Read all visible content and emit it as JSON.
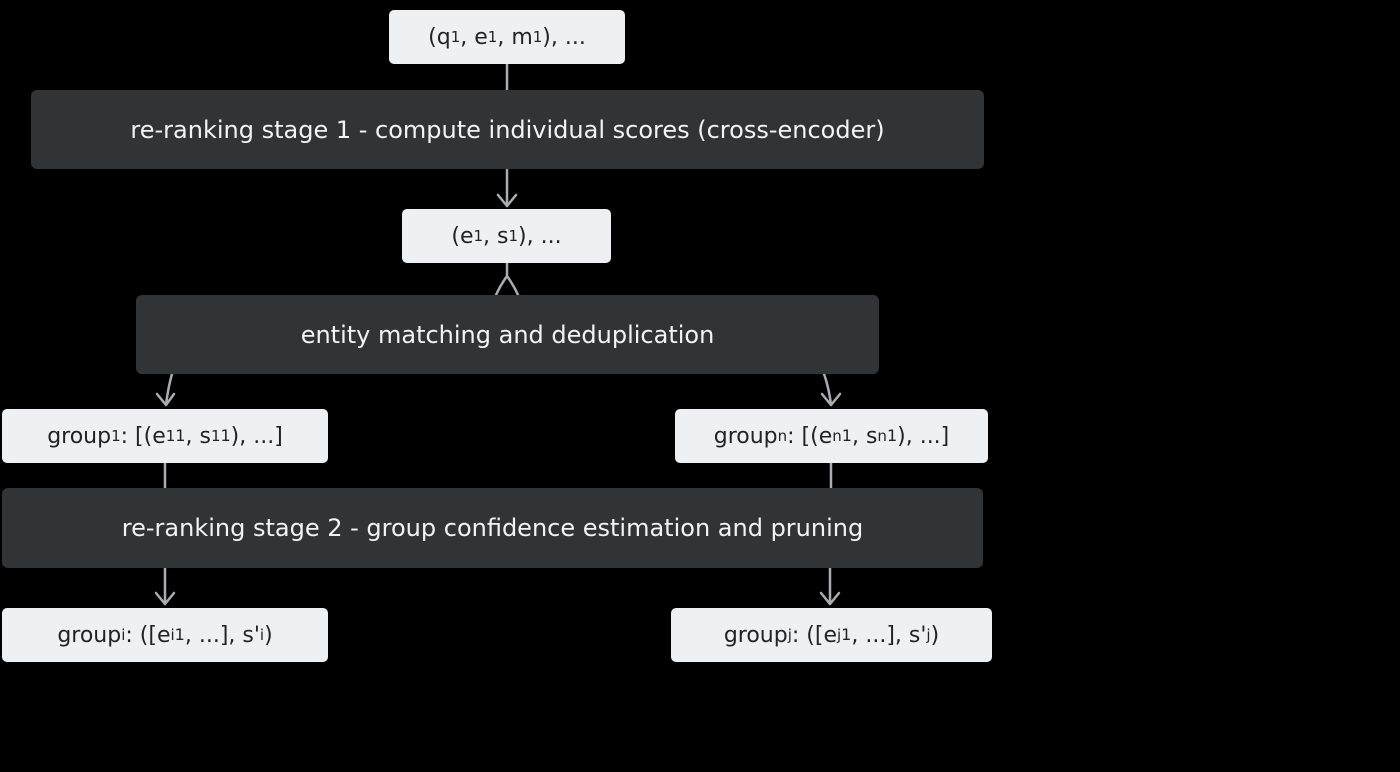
{
  "nodes": {
    "input": {
      "text": "(q",
      "sub1": "1",
      "text2": ", e",
      "sub2": "1",
      "text3": ", m",
      "sub3": "1",
      "text4": "), ..."
    },
    "stage1": {
      "label": "re-ranking stage 1 - compute individual scores (cross-encoder)"
    },
    "scores": {
      "text": "(e",
      "sub1": "1",
      "text2": ", s",
      "sub2": "1",
      "text3": "), ..."
    },
    "match": {
      "label": "entity matching and deduplication"
    },
    "group1": {
      "text": "group",
      "sub0": "1",
      "text1": ": [(e",
      "sub1": "1",
      "sup1": "1",
      "text2": ", s",
      "sub2": "1",
      "sup2": "1",
      "text3": "), ...]"
    },
    "groupn": {
      "text": "group",
      "sub0": "n",
      "text1": ": [(e",
      "sub1": "n",
      "sup1": "1",
      "text2": ", s",
      "sub2": "n",
      "sup2": "1",
      "text3": "), ...]"
    },
    "stage2": {
      "label": "re-ranking stage 2 - group confidence estimation and pruning"
    },
    "groupi": {
      "text": "group",
      "sub0": "i",
      "text1": ": ([e",
      "sub1": "i",
      "sup1": "1",
      "text2": ", ...], s'",
      "sub2": "i",
      "text3": ")"
    },
    "groupj": {
      "text": "group",
      "sub0": "j",
      "text1": ": ([e",
      "sub1": "j",
      "sup1": "1",
      "text2": ", ...], s'",
      "sub2": "j",
      "text3": ")"
    }
  },
  "colors": {
    "background": "#000000",
    "light_box": "#eef1f3",
    "dark_box": "#313437",
    "connector": "#a9adb1"
  }
}
